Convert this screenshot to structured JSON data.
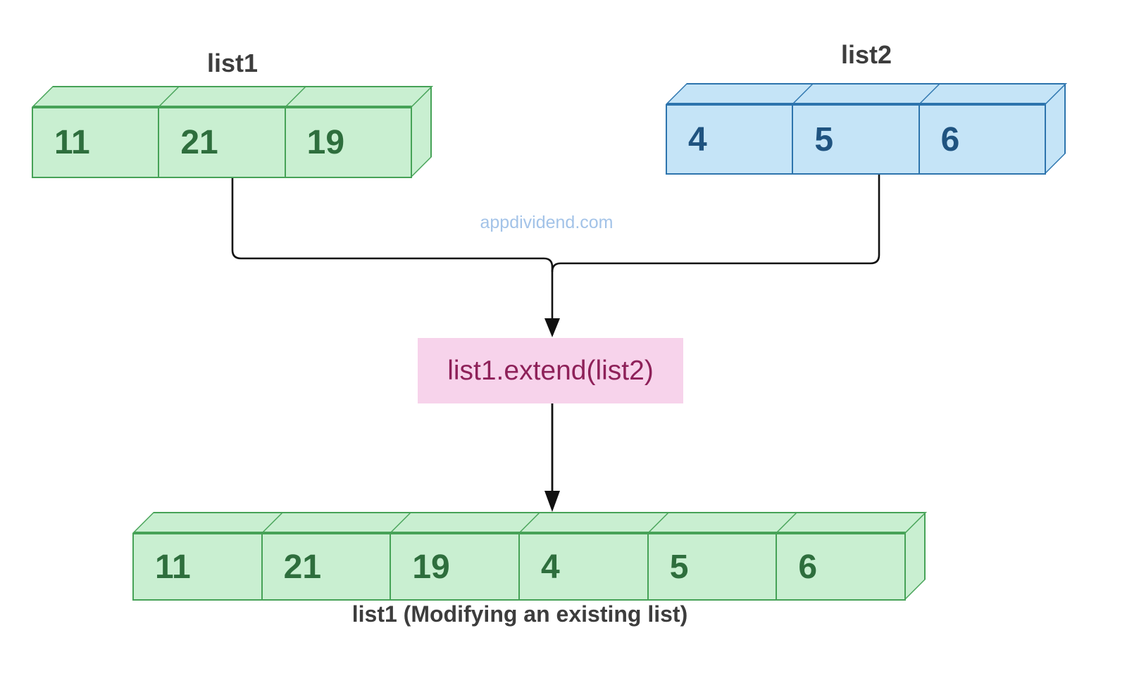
{
  "watermark": {
    "text": "appdividend.com"
  },
  "operation": {
    "label": "list1.extend(list2)"
  },
  "lists": {
    "list1": {
      "label": "list1",
      "cells": [
        "11",
        "21",
        "19"
      ]
    },
    "list2": {
      "label": "list2",
      "cells": [
        "4",
        "5",
        "6"
      ]
    },
    "result": {
      "label": "list1 (Modifying an existing list)",
      "cells": [
        "11",
        "21",
        "19",
        "4",
        "5",
        "6"
      ]
    }
  },
  "colors": {
    "green_fill": "#c9efd1",
    "green_border": "#46a257",
    "green_text": "#2e6e3d",
    "blue_fill": "#c5e4f7",
    "blue_border": "#2d74ad",
    "blue_text": "#1f5380",
    "pink_fill": "#f7d3eb",
    "pink_text": "#8e2159",
    "arrow": "#111111",
    "title_text": "#3d3d3d",
    "watermark": "#a3c3e8"
  }
}
